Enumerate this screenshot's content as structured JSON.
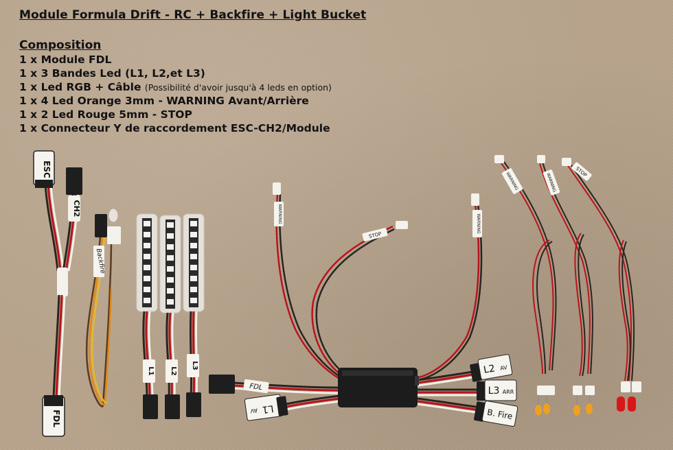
{
  "title": "Module Formula Drift - RC + Backfire + Light Bucket",
  "composition": {
    "heading": "Composition",
    "items": [
      {
        "text": "1 x Module FDL",
        "note": ""
      },
      {
        "text": "1 x 3 Bandes Led (L1, L2,et L3)",
        "note": ""
      },
      {
        "text": "1 x Led RGB + Câble",
        "note": "(Possibilité d'avoir jusqu'à 4 leds en option)"
      },
      {
        "text": "1 x 4 Led Orange 3mm - WARNING Avant/Arrière",
        "note": ""
      },
      {
        "text": "1 x 2 Led Rouge 5mm - STOP",
        "note": ""
      },
      {
        "text": "1 x Connecteur Y de raccordement ESC-CH2/Module",
        "note": ""
      }
    ]
  },
  "labels": {
    "esc": "ESC",
    "ch2": "CH2",
    "fdl_plug": "FDL",
    "backfire_tag": "Backfire",
    "strip1": "L1",
    "strip2": "L2",
    "strip3": "L3",
    "warning": "WARNING",
    "stop": "STOP",
    "module_fdl": "FDL",
    "module_l1": "L1",
    "module_l1_sub": "AV",
    "module_l2": "L2",
    "module_l2_sub": "AV",
    "module_l3": "L3",
    "module_l3_sub": "ARR",
    "module_bfire": "B. Fire"
  },
  "colors": {
    "background": "#b8a48c",
    "wire_red": "#b8141c",
    "wire_black": "#2a2420",
    "wire_white": "#f2f0ea",
    "wire_brown": "#5a3a22",
    "wire_orange": "#e08a1a",
    "wire_yellow": "#e8b82a",
    "led_orange": "#f0a020",
    "led_red": "#d81818",
    "module_body": "#1c1c1c"
  }
}
